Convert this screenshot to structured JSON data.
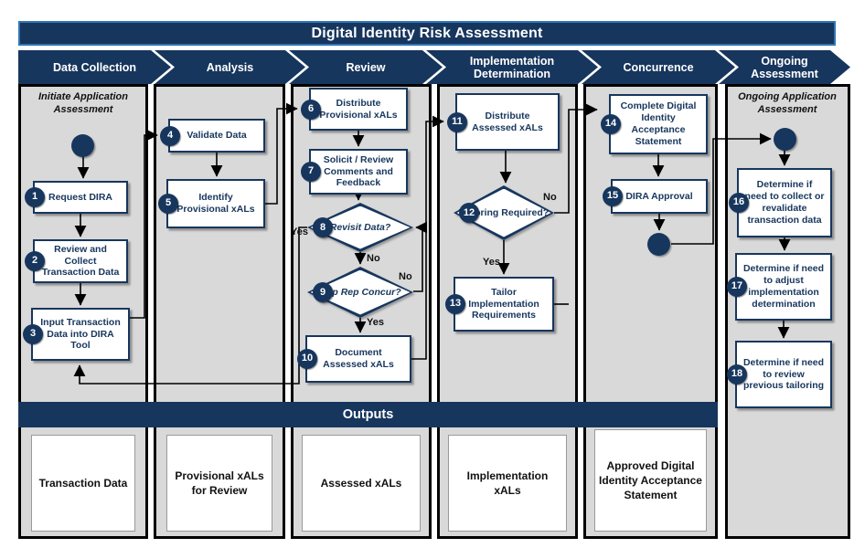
{
  "title": "Digital Identity Risk Assessment",
  "phases": [
    "Data Collection",
    "Analysis",
    "Review",
    "Implementation Determination",
    "Concurrence",
    "Ongoing Assessment"
  ],
  "annotations": {
    "initiate": "Initiate Application Assessment",
    "ongoing": "Ongoing Application Assessment"
  },
  "nodes": {
    "n1": {
      "num": "1",
      "label": "Request DIRA"
    },
    "n2": {
      "num": "2",
      "label": "Review and Collect Transaction Data"
    },
    "n3": {
      "num": "3",
      "label": "Input Transaction Data into DIRA Tool"
    },
    "n4": {
      "num": "4",
      "label": "Validate Data"
    },
    "n5": {
      "num": "5",
      "label": "Identify Provisional xALs"
    },
    "n6": {
      "num": "6",
      "label": "Distribute Provisional xALs"
    },
    "n7": {
      "num": "7",
      "label": "Solicit / Review Comments and Feedback"
    },
    "n8": {
      "num": "8",
      "label": "Revisit Data?"
    },
    "n9": {
      "num": "9",
      "label": "App Rep Concur?"
    },
    "n10": {
      "num": "10",
      "label": "Document Assessed xALs"
    },
    "n11": {
      "num": "11",
      "label": "Distribute Assessed xALs"
    },
    "n12": {
      "num": "12",
      "label": "Tailoring Required?"
    },
    "n13": {
      "num": "13",
      "label": "Tailor Implementation Requirements"
    },
    "n14": {
      "num": "14",
      "label": "Complete Digital Identity Acceptance Statement"
    },
    "n15": {
      "num": "15",
      "label": "DIRA Approval"
    },
    "n16": {
      "num": "16",
      "label": "Determine if need to collect or revalidate transaction data"
    },
    "n17": {
      "num": "17",
      "label": "Determine if need to adjust implementation determination"
    },
    "n18": {
      "num": "18",
      "label": "Determine if need to review previous tailoring"
    }
  },
  "edge_labels": {
    "d8_yes": "Yes",
    "d8_no": "No",
    "d9_no": "No",
    "d9_yes": "Yes",
    "d12_no": "No",
    "d12_yes": "Yes"
  },
  "outputs": {
    "banner": "Outputs",
    "items": [
      "Transaction Data",
      "Provisional xALs for Review",
      "Assessed xALs",
      "Implementation xALs",
      "Approved Digital Identity Acceptance Statement"
    ]
  },
  "colors": {
    "navy": "#17365D",
    "panel_gray": "#D9D9D9",
    "banner_border": "#2E75B6"
  }
}
